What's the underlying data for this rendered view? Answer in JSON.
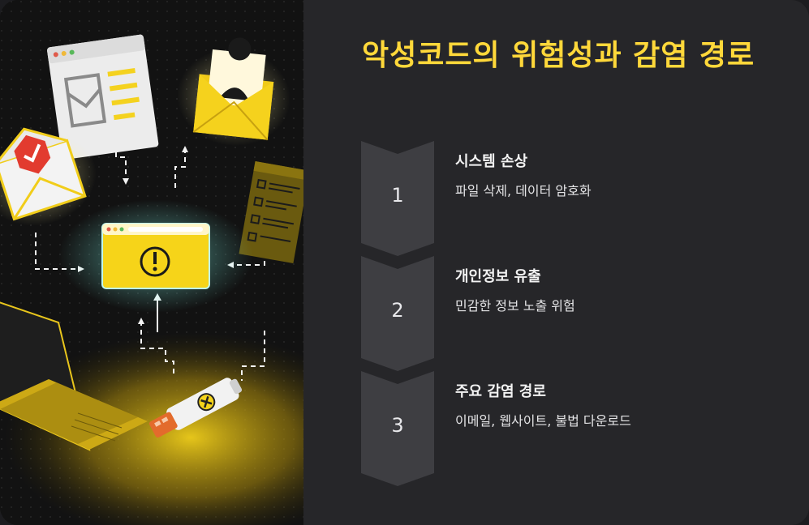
{
  "title": "악성코드의 위험성과 감염 경로",
  "illustration": {
    "icons": [
      "email-document-icon",
      "email-contact-icon",
      "email-verified-icon",
      "document-list-icon",
      "warning-window-icon",
      "laptop-icon",
      "usb-drive-icon"
    ]
  },
  "steps": [
    {
      "number": "1",
      "title": "시스템 손상",
      "description": "파일 삭제, 데이터 암호화"
    },
    {
      "number": "2",
      "title": "개인정보 유출",
      "description": "민감한 정보 노출 위험"
    },
    {
      "number": "3",
      "title": "주요 감염 경로",
      "description": "이메일, 웹사이트, 불법 다운로드"
    }
  ],
  "colors": {
    "accent": "#ffd83a",
    "panel": "#262629",
    "chevron": "#3e3e42",
    "illustration_bg": "#121212"
  }
}
